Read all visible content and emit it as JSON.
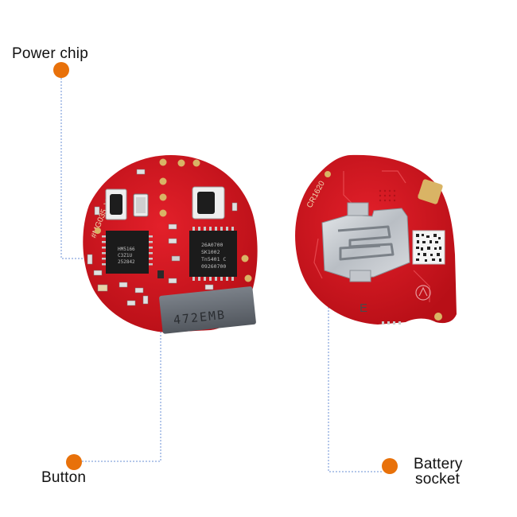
{
  "callouts": {
    "power_chip": {
      "label": "Power chip"
    },
    "button": {
      "label": "Button"
    },
    "battery_socket": {
      "label_line1": "Battery",
      "label_line2": "socket"
    }
  },
  "colors": {
    "pcb_red": "#d9161f",
    "callout_dot": "#e8710a",
    "leader_line": "#6a8fd6",
    "chip_black": "#1b1b1b",
    "metal": "#c9cdd2"
  },
  "board_markings": {
    "front_silkscreen": "#MG035_VER",
    "chip_left_text": [
      "HM5166",
      "C3Z1U",
      "252842"
    ],
    "chip_right_text": [
      "26A0700",
      "SK1002",
      "Tn5401 C",
      "09260700"
    ],
    "label_sticker": "472EMB",
    "battery_type": "CR1620",
    "back_letter": "E"
  }
}
